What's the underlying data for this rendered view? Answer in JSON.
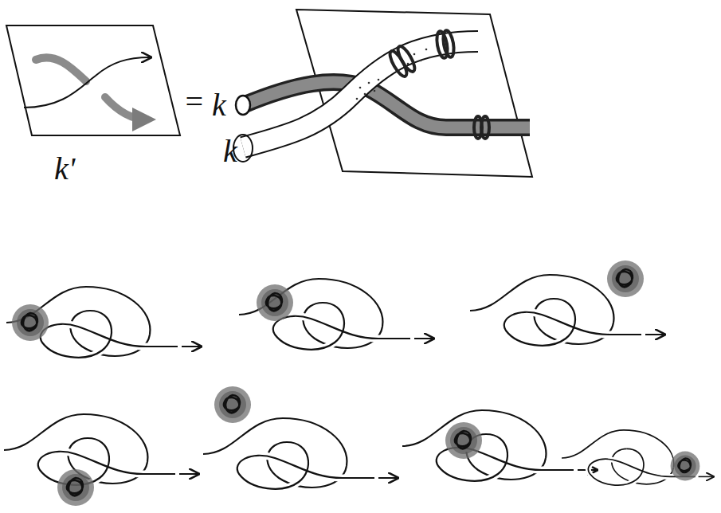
{
  "diagram": {
    "labels": [
      "=",
      "k",
      "k",
      "k'"
    ]
  }
}
